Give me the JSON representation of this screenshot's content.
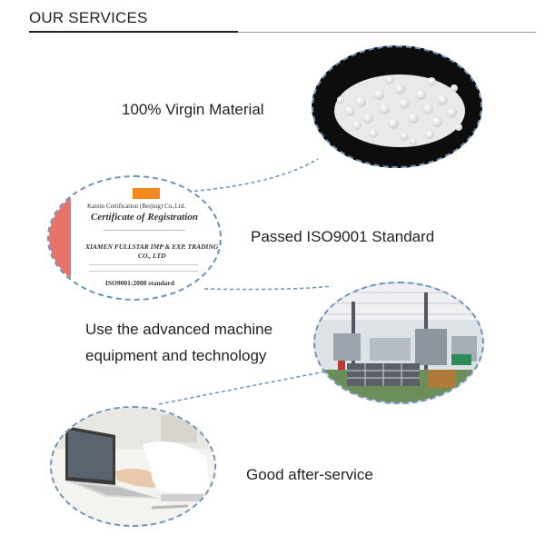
{
  "header": {
    "title": "OUR SERVICES"
  },
  "services": [
    {
      "label": "100% Virgin Material"
    },
    {
      "label": "Passed ISO9001 Standard"
    },
    {
      "label_line1": "Use the advanced machine",
      "label_line2": "equipment and technology"
    },
    {
      "label": "Good after-service"
    }
  ],
  "certificate": {
    "issuer": "Kaixin Certification (Beijing) Co.,Ltd.",
    "title": "Certificate of Registration",
    "company": "XIAMEN FULLSTAR IMP & EXP. TRADING",
    "company_line2": "CO., LTD",
    "standard": "ISO9001:2008 standard"
  },
  "colors": {
    "connector": "#6e92b7",
    "text": "#222222"
  }
}
